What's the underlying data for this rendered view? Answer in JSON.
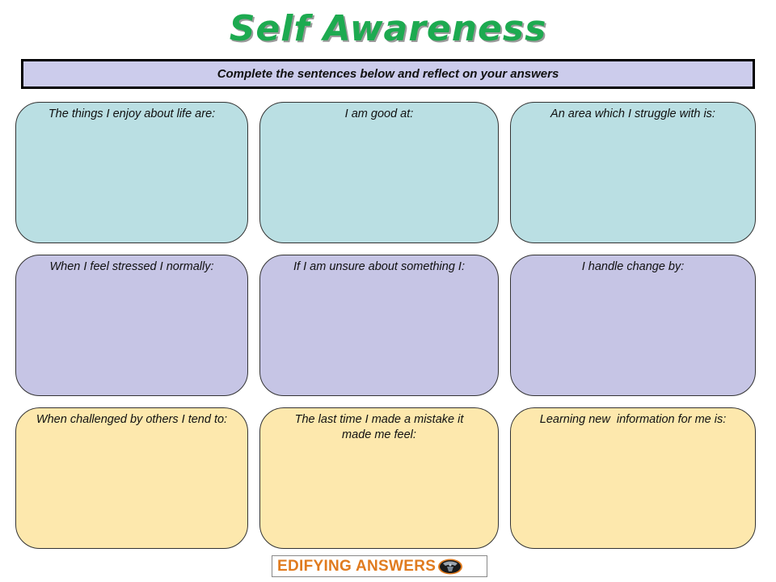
{
  "header": {
    "title": "Self Awareness",
    "title_color": "#1daa50",
    "instruction": "Complete the sentences below and reflect on your answers",
    "instruction_bg": "#ccccec"
  },
  "colors": {
    "row1_teal": "#badfe3",
    "row2_lavender": "#c6c5e5",
    "row3_yellow": "#fde8ad"
  },
  "prompts": {
    "row1": [
      "The things I enjoy about life are:",
      "I am good at:",
      "An area which I struggle with is:"
    ],
    "row2": [
      "When I feel stressed I normally:",
      "If I am unsure about something I:",
      "I handle change by:"
    ],
    "row3": [
      "When challenged by others I tend to:",
      "The last time I made a mistake it made me feel:",
      "Learning new  information for me is:"
    ]
  },
  "footer": {
    "logo_text": "EDIFYING ANSWERS",
    "logo_icon": "helmet-logo-icon",
    "logo_color": "#e07b1f"
  }
}
